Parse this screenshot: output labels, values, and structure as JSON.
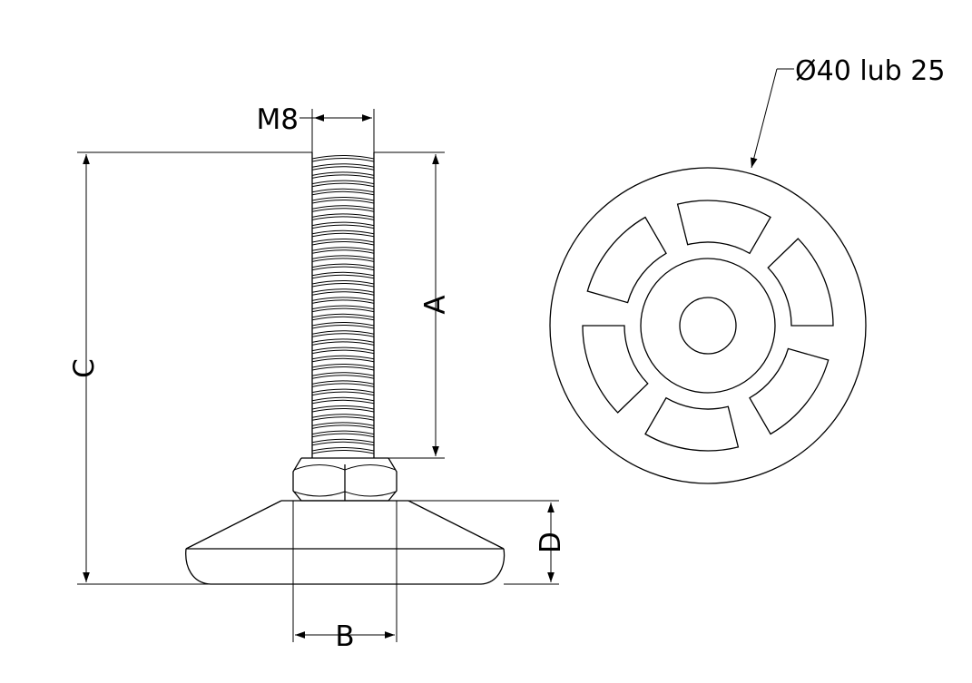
{
  "labels": {
    "thread": "M8",
    "diameter": "Ø40 lub 25",
    "dim_a": "A",
    "dim_b": "B",
    "dim_c": "C",
    "dim_d": "D"
  },
  "colors": {
    "line": "#000000",
    "background": "#ffffff"
  }
}
